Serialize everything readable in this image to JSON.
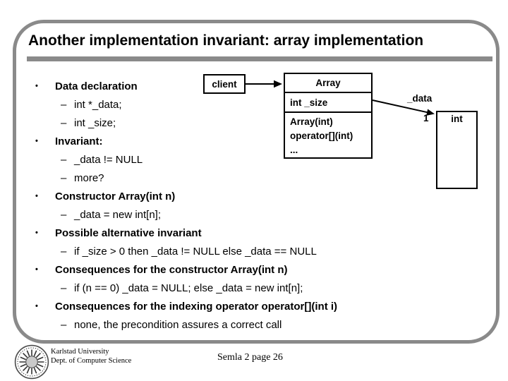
{
  "slide": {
    "title": "Another implementation invariant: array implementation",
    "marker_level1": "•",
    "marker_level2": "–",
    "bullets": [
      {
        "level": 1,
        "text": "Data declaration"
      },
      {
        "level": 2,
        "text": "int *_data;"
      },
      {
        "level": 2,
        "text": "int _size;"
      },
      {
        "level": 1,
        "text": "Invariant:"
      },
      {
        "level": 2,
        "text": "_data != NULL"
      },
      {
        "level": 2,
        "text": "more?"
      },
      {
        "level": 1,
        "text": "Constructor Array(int n)"
      },
      {
        "level": 2,
        "text": "_data = new int[n];"
      },
      {
        "level": 1,
        "text": "Possible alternative invariant"
      },
      {
        "level": 2,
        "text": "if _size > 0 then _data != NULL else _data == NULL"
      },
      {
        "level": 1,
        "text": "Consequences for the constructor Array(int n)"
      },
      {
        "level": 2,
        "text": "if (n == 0) _data = NULL; else _data = new int[n];"
      },
      {
        "level": 1,
        "text": "Consequences for the indexing operator operator[](int i)"
      },
      {
        "level": 2,
        "text": "none, the precondition assures a correct call"
      }
    ]
  },
  "diagram": {
    "client_label": "client",
    "array_class": {
      "name": "Array",
      "attribute": "int _size",
      "methods": [
        "Array(int)",
        "operator[](int)",
        "..."
      ]
    },
    "data_pointer_label": "_data",
    "multiplicity": "1",
    "int_box_label": "int"
  },
  "footer": {
    "institution_line1": "Karlstad University",
    "institution_line2": "Dept. of Computer Science",
    "page_label": "Semla 2 page 26",
    "logo": "karlstad-university-seal"
  },
  "colors": {
    "frame_gray": "#8a8a8a",
    "text_black": "#000000",
    "background": "#ffffff",
    "seal_center_gray": "#c9c9c9"
  }
}
